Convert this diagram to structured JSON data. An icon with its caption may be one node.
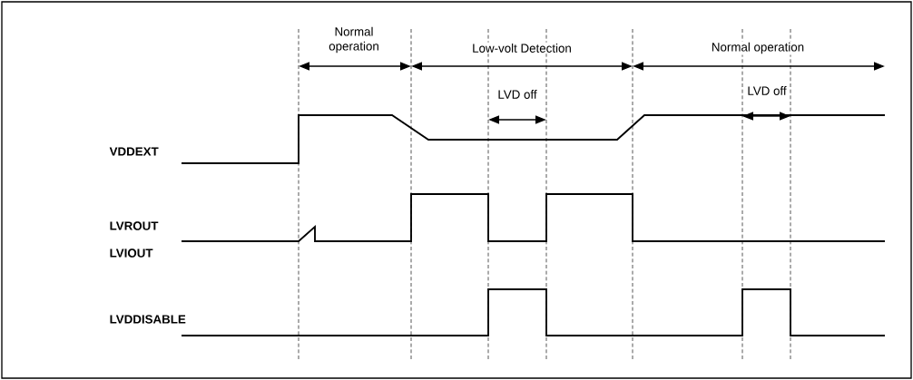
{
  "diagram": {
    "labels": [
      "Normal operation",
      "Low-volt Detection",
      "Normal operation",
      "LVD off",
      "LVD off",
      "VDDEXT",
      "LVROUT",
      "LVIOUT",
      "LVDDISABLE"
    ]
  }
}
